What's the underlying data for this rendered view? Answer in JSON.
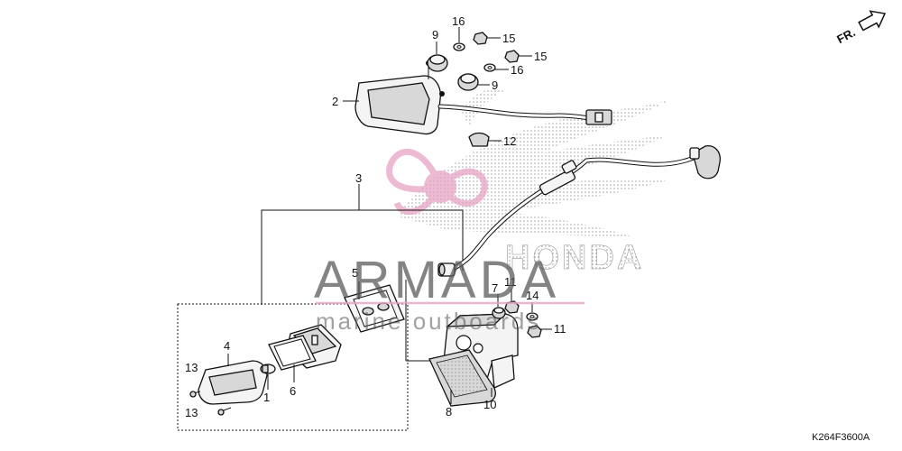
{
  "diagram": {
    "direction_label": "FR.",
    "diagram_code": "K264F3600A",
    "callouts": {
      "c1": "1",
      "c2": "2",
      "c3": "3",
      "c4": "4",
      "c5": "5",
      "c6": "6",
      "c7": "7",
      "c8": "8",
      "c9a": "9",
      "c9b": "9",
      "c10": "10",
      "c11a": "11",
      "c11b": "11",
      "c12": "12",
      "c13a": "13",
      "c13b": "13",
      "c14": "14",
      "c15a": "15",
      "c15b": "15",
      "c16a": "16",
      "c16b": "16"
    }
  },
  "watermark": {
    "brand": "ARMADA",
    "tagline": "marine outboards",
    "background_brand": "HONDA"
  },
  "colors": {
    "line": "#111111",
    "watermark_pink": "#e6a3c4",
    "watermark_gray": "#555555",
    "dots": "#9a9a9a"
  }
}
